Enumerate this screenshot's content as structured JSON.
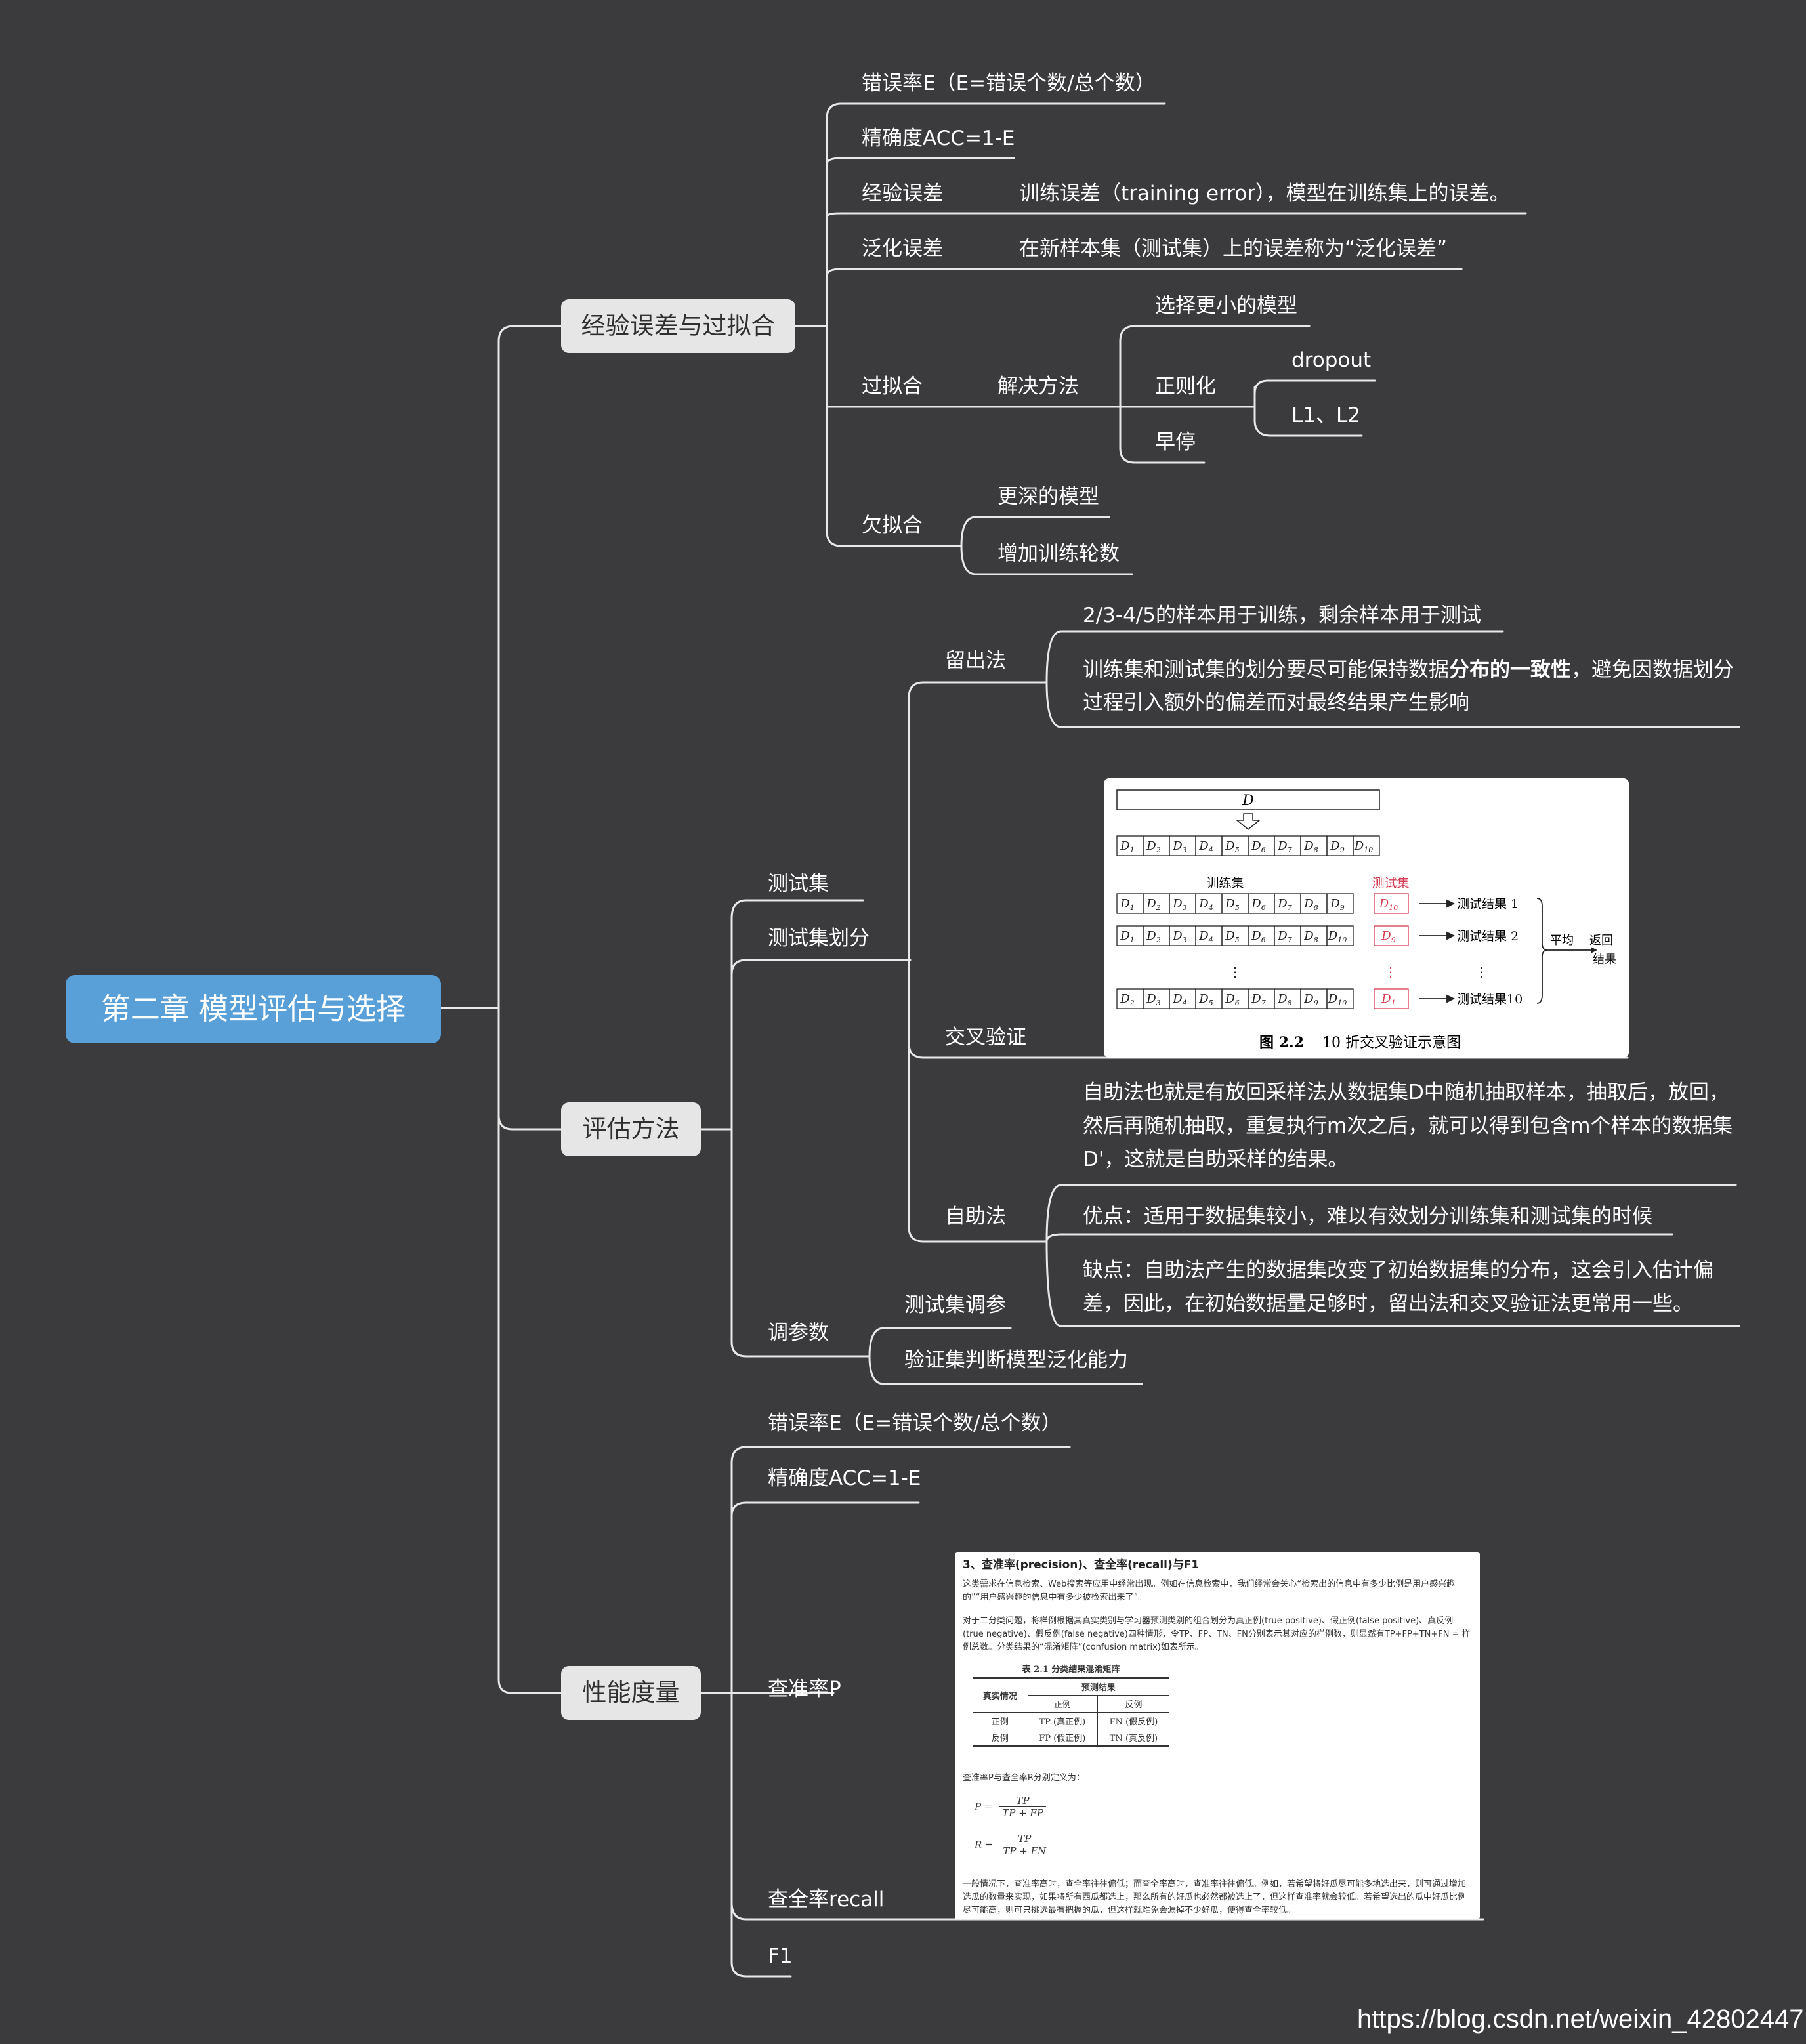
{
  "root": {
    "label": "第二章 模型评估与选择"
  },
  "branch1": {
    "label": "经验误差与过拟合",
    "error_rate": "错误率E（E=错误个数/总个数）",
    "accuracy": "精确度ACC=1-E",
    "empirical_error": {
      "label": "经验误差",
      "detail": "训练误差（training error），模型在训练集上的误差。"
    },
    "generalization_error": {
      "label": "泛化误差",
      "detail": "在新样本集（测试集）上的误差称为“泛化误差”"
    },
    "overfitting": {
      "label": "过拟合",
      "solutions": "解决方法",
      "smaller_model": "选择更小的模型",
      "regularization": "正则化",
      "dropout": "dropout",
      "l1l2": "L1、L2",
      "early_stop": "早停"
    },
    "underfitting": {
      "label": "欠拟合",
      "deeper_model": "更深的模型",
      "more_epochs": "增加训练轮数"
    }
  },
  "branch2": {
    "label": "评估方法",
    "test_set": "测试集",
    "test_split": "测试集划分",
    "holdout": {
      "label": "留出法",
      "note1": "2/3-4/5的样本用于训练，剩余样本用于测试",
      "note2_pre": "训练集和测试集的划分要尽可能保持数据",
      "note2_bold": "分布的一致性",
      "note2_post": "，避免因数据划分过程引入额外的偏差而对最终结果产生影响"
    },
    "cross_validation": {
      "label": "交叉验证",
      "figure": {
        "top": "D",
        "subsets": [
          "D1",
          "D2",
          "D3",
          "D4",
          "D5",
          "D6",
          "D7",
          "D8",
          "D9",
          "D10"
        ],
        "train_label": "训练集",
        "test_label": "测试集",
        "row1_train": [
          "D1",
          "D2",
          "D3",
          "D4",
          "D5",
          "D6",
          "D7",
          "D8",
          "D9"
        ],
        "row1_test": "D10",
        "row2_train": [
          "D1",
          "D2",
          "D3",
          "D4",
          "D5",
          "D6",
          "D7",
          "D8",
          "D10"
        ],
        "row2_test": "D9",
        "row3_train": [
          "D2",
          "D3",
          "D4",
          "D5",
          "D6",
          "D7",
          "D8",
          "D9",
          "D10"
        ],
        "row3_test": "D1",
        "result1": "测试结果 1",
        "result2": "测试结果 2",
        "result10": "测试结果10",
        "average": "平均",
        "return": "返回",
        "result": "结果",
        "caption_num": "图 2.2",
        "caption": "10 折交叉验证示意图"
      }
    },
    "bootstrap": {
      "label": "自助法",
      "desc": "自助法也就是有放回采样法从数据集D中随机抽取样本，抽取后，放回，然后再随机抽取，重复执行m次之后，就可以得到包含m个样本的数据集D'，这就是自助采样的结果。",
      "pro": "优点：适用于数据集较小，难以有效划分训练集和测试集的时候",
      "con": "缺点：自助法产生的数据集改变了初始数据集的分布，这会引入估计偏差，因此，在初始数据量足够时，留出法和交叉验证法更常用一些。"
    },
    "tuning": {
      "label": "调参数",
      "test_tune": "测试集调参",
      "val_judge": "验证集判断模型泛化能力"
    }
  },
  "branch3": {
    "label": "性能度量",
    "error_rate": "错误率E（E=错误个数/总个数）",
    "accuracy": "精确度ACC=1-E",
    "precision": "查准率P",
    "recall": "查全率recall",
    "f1": "F1",
    "card": {
      "heading": "3、查准率(precision)、查全率(recall)与F1",
      "p1": "这类需求在信息检索、Web搜索等应用中经常出现。例如在信息检索中，我们经常会关心“检索出的信息中有多少比例是用户感兴趣的”“用户感兴趣的信息中有多少被检索出来了”。",
      "p2": "对于二分类问题，将样例根据其真实类别与学习器预测类别的组合划分为真正例(true positive)、假正例(false positive)、真反例(true negative)、假反例(false negative)四种情形，令TP、FP、TN、FN分别表示其对应的样例数，则显然有TP+FP+TN+FN = 样例总数。分类结果的“混淆矩阵”(confusion matrix)如表所示。",
      "table_title": "表 2.1  分类结果混淆矩阵",
      "truth": "真实情况",
      "pred": "预测结果",
      "pos": "正例",
      "neg": "反例",
      "tp": "TP (真正例)",
      "fn": "FN (假反例)",
      "fp": "FP (假正例)",
      "tn": "TN (真反例)",
      "def": "查准率P与查全率R分别定义为：",
      "p_lhs": "P =",
      "p_num": "TP",
      "p_den": "TP + FP",
      "r_lhs": "R =",
      "r_num": "TP",
      "r_den": "TP + FN",
      "p3": "一般情况下，查准率高时，查全率往往偏低；而查全率高时，查准率往往偏低。例如，若希望将好瓜尽可能多地选出来，则可通过增加选瓜的数量来实现，如果将所有西瓜都选上，那么所有的好瓜也必然都被选上了，但这样查准率就会较低。若希望选出的瓜中好瓜比例尽可能高，则可只挑选最有把握的瓜，但这样就难免会漏掉不少好瓜，使得查全率较低。"
    }
  },
  "watermark": "https://blog.csdn.net/weixin_42802447"
}
